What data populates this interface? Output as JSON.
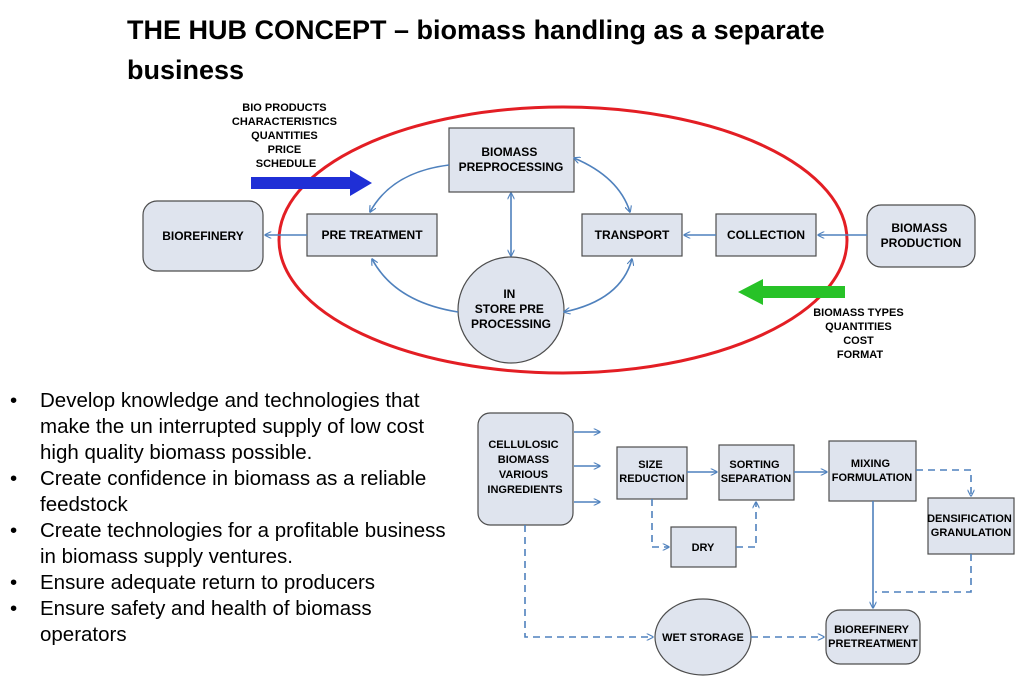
{
  "title": "THE HUB CONCEPT – biomass handling as a separate business",
  "inputs_note": [
    "BIO PRODUCTS",
    "CHARACTERISTICS",
    "QUANTITIES",
    "PRICE",
    "SCHEDULE"
  ],
  "outputs_note": [
    "BIOMASS TYPES",
    "QUANTITIES",
    "COST",
    "FORMAT"
  ],
  "hub_diagram": {
    "biorefinery": "BIOREFINERY",
    "pre_treatment": "PRE TREATMENT",
    "biomass_preprocessing": [
      "BIOMASS",
      "PREPROCESSING"
    ],
    "in_store": [
      "IN",
      "STORE PRE",
      "PROCESSING"
    ],
    "transport": "TRANSPORT",
    "collection": "COLLECTION",
    "biomass_production": [
      "BIOMASS",
      "PRODUCTION"
    ]
  },
  "process_diagram": {
    "cellulosic": [
      "CELLULOSIC",
      "BIOMASS",
      "VARIOUS",
      "INGREDIENTS"
    ],
    "size_reduction": [
      "SIZE",
      "REDUCTION"
    ],
    "sorting": [
      "SORTING",
      "SEPARATION"
    ],
    "mixing": [
      "MIXING",
      "FORMULATION"
    ],
    "densification": [
      "DENSIFICATION",
      "GRANULATION"
    ],
    "dry": "DRY",
    "wet_storage": "WET STORAGE",
    "biorefinery_pretreatment": [
      "BIOREFINERY",
      "PRETREATMENT"
    ]
  },
  "bullets": [
    "Develop knowledge and technologies that make the un interrupted supply of low cost high quality biomass possible.",
    "Create confidence in biomass as a reliable feedstock",
    "Create technologies for a profitable business in biomass supply ventures.",
    "Ensure adequate return to producers",
    "Ensure safety and health of biomass operators"
  ],
  "colors": {
    "hub_ellipse": "#e31e24",
    "input_arrow": "#1f2fd6",
    "output_arrow": "#27c227",
    "connector": "#4f81bd",
    "box_fill": "#dfe4ee"
  }
}
